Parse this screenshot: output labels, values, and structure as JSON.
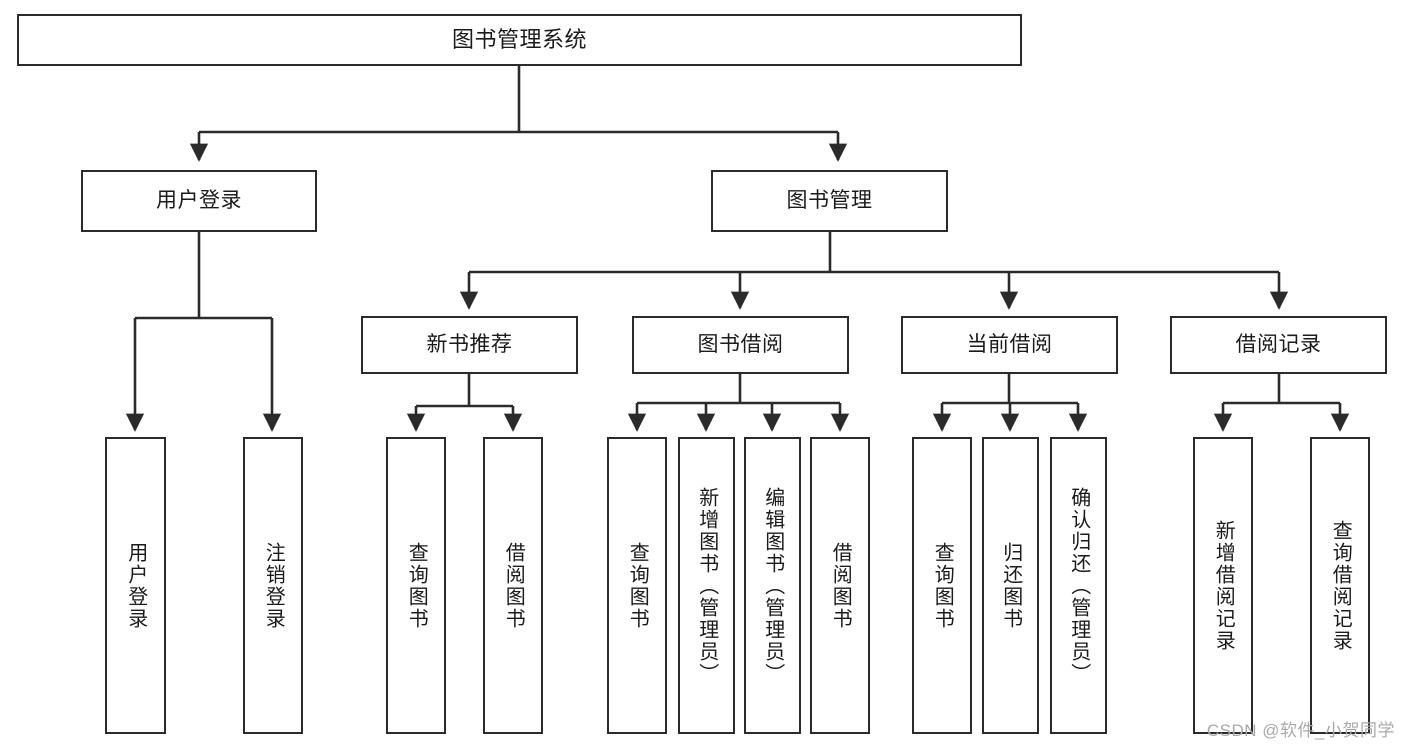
{
  "diagram": {
    "title": "图书管理系统",
    "type": "tree",
    "watermark": "CSDN @软件_小贺同学",
    "colors": {
      "box_border": "#2b2b2b",
      "box_fill": "#ffffff",
      "connector": "#2b2b2b",
      "text": "#1b1b1b",
      "watermark": "#a9a9a9",
      "background": "#ffffff"
    },
    "nodes": {
      "root": {
        "label": "图书管理系统"
      },
      "level2": [
        {
          "id": "user-login",
          "label": "用户登录"
        },
        {
          "id": "book-management",
          "label": "图书管理"
        }
      ],
      "level3": [
        {
          "id": "new-book-recommend",
          "label": "新书推荐"
        },
        {
          "id": "book-borrow",
          "label": "图书借阅"
        },
        {
          "id": "current-borrow",
          "label": "当前借阅"
        },
        {
          "id": "borrow-record",
          "label": "借阅记录"
        }
      ],
      "leaves": {
        "user-login": [
          {
            "id": "leaf-user-login",
            "label": "用户登录"
          },
          {
            "id": "leaf-logout",
            "label": "注销登录"
          }
        ],
        "new-book-recommend": [
          {
            "id": "leaf-query-book-1",
            "label": "查询图书"
          },
          {
            "id": "leaf-borrow-book-1",
            "label": "借阅图书"
          }
        ],
        "book-borrow": [
          {
            "id": "leaf-query-book-2",
            "label": "查询图书"
          },
          {
            "id": "leaf-add-book",
            "label": "新增图书（管理员）"
          },
          {
            "id": "leaf-edit-book",
            "label": "编辑图书（管理员）"
          },
          {
            "id": "leaf-borrow-book-2",
            "label": "借阅图书"
          }
        ],
        "current-borrow": [
          {
            "id": "leaf-query-book-3",
            "label": "查询图书"
          },
          {
            "id": "leaf-return-book",
            "label": "归还图书"
          },
          {
            "id": "leaf-confirm-return",
            "label": "确认归还（管理员）"
          }
        ],
        "borrow-record": [
          {
            "id": "leaf-add-record",
            "label": "新增借阅记录"
          },
          {
            "id": "leaf-query-record",
            "label": "查询借阅记录"
          }
        ]
      }
    }
  }
}
